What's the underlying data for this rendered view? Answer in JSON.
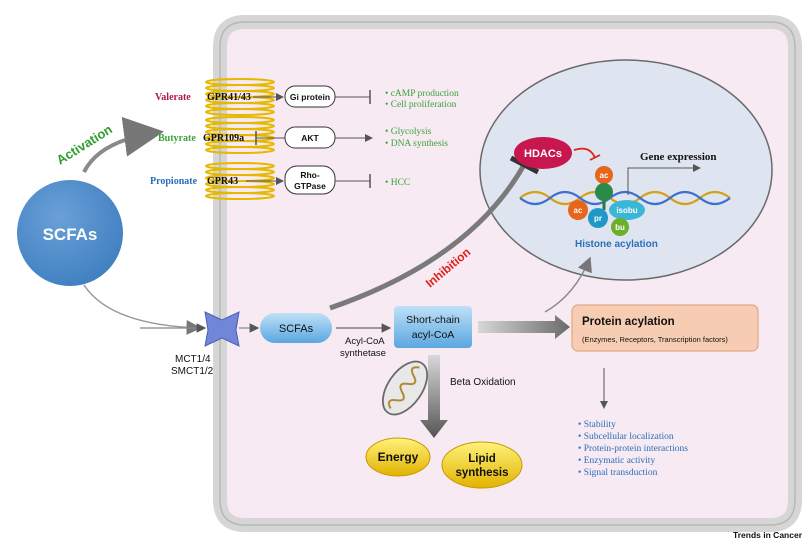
{
  "source": "Trends in Cancer",
  "scfas": "SCFAs",
  "activation": "Activation",
  "inhibition": "Inhibition",
  "receptors": [
    {
      "ligand": "Valerate",
      "receptor": "GPR41/43",
      "effector": "Gi protein",
      "effects": [
        "cAMP production",
        "Cell proliferation"
      ],
      "ligand_color": "#b0174f"
    },
    {
      "ligand": "Butyrate",
      "receptor": "GPR109a",
      "effector": "AKT",
      "effects": [
        "Glycolysis",
        "DNA synthesis"
      ],
      "ligand_color": "#3aa33a"
    },
    {
      "ligand": "Propionate",
      "receptor": "GPR43",
      "effector_line1": "Rho-",
      "effector_line2": "GTPase",
      "effects": [
        "HCC"
      ],
      "ligand_color": "#2a6fb8"
    }
  ],
  "transporter": {
    "line1": "MCT1/4",
    "line2": "SMCT1/2"
  },
  "cell_scfas": "SCFAs",
  "acyl_coa_synthetase": {
    "line1": "Acyl-CoA",
    "line2": "synthetase"
  },
  "short_chain": {
    "line1": "Short-chain",
    "line2": "acyl-CoA"
  },
  "beta_oxidation": "Beta Oxidation",
  "energy": "Energy",
  "lipid": {
    "line1": "Lipid",
    "line2": "synthesis"
  },
  "nucleus": {
    "hdacs": "HDACs",
    "gene_expression": "Gene expression",
    "histone_acylation": "Histone acylation",
    "marks": {
      "ac_top": "ac",
      "ac_left": "ac",
      "pr": "pr",
      "isobu": "isobu",
      "bu": "bu"
    }
  },
  "protein_acylation": {
    "title": "Protein acylation",
    "subtitle": "(Enzymes, Receptors, Transcription factors)"
  },
  "protein_effects": [
    "Stability",
    "Subcellular localization",
    "Protein-protein interactions",
    "Enzymatic activity",
    "Signal transduction"
  ],
  "colors": {
    "cell_fill": "#f7eaf3",
    "nucleus_fill": "#dfe5f0",
    "scfas_blue": "#4a86c5",
    "activation_green": "#2e9e2e",
    "inhibition_red": "#e0211b",
    "hdacs": "#c8174f",
    "energy_yellow": "#f2c20a",
    "protein_box": "#f6cdb2",
    "effect_blue": "#2a6fb8"
  }
}
